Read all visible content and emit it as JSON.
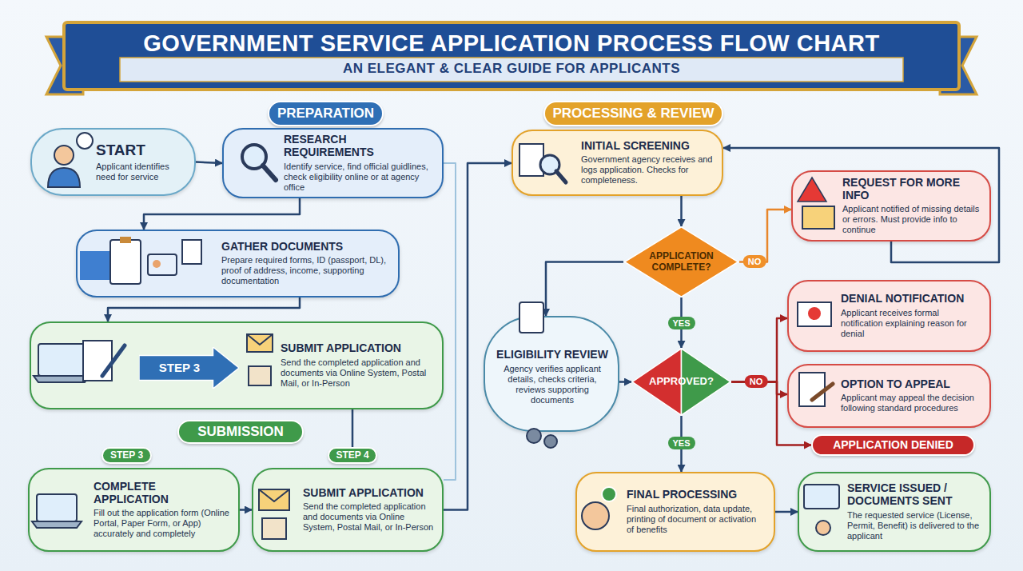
{
  "diagram": {
    "title": "GOVERNMENT SERVICE APPLICATION PROCESS FLOW CHART",
    "nodes": [
      {
        "text": [
          "START",
          "Applicant identifies need for service"
        ]
      },
      {
        "text": [
          "PREPARATION"
        ]
      },
      {
        "text": [
          "RESEARCH REQUIREMENTS",
          "Identify service, find official guidlines, check eligibility online or at agency office"
        ]
      },
      {
        "text": [
          "GATHER DOCUMENTS",
          "Prepare required forms, ID (passport, DL), proof of address, income, supporting documentation"
        ]
      },
      {
        "text": [
          "SUBMIT APPLICATION",
          "Send the completed application and documents via Online System, Postal Mail, or In-Person"
        ]
      },
      {
        "text": [
          "STEP 3"
        ],
        "in": 4
      },
      {
        "text": [
          "SUBMISSION"
        ]
      },
      {
        "text": [
          "STEP 3"
        ]
      },
      {
        "text": [
          "STEP 4"
        ]
      },
      {
        "text": [
          "COMPLETE APPLICATION",
          "Fill out the application form (Online Portal, Paper Form, or App) accurately and completely"
        ]
      },
      {
        "text": [
          "SUBMIT APPLICATION",
          "Send the completed application and documents via Online System, Postal Mail, or In-Person"
        ]
      },
      {
        "text": [
          "PROCESSING & REVIEW"
        ]
      },
      {
        "text": [
          "INITIAL SCREENING",
          "Government agency receives and logs application. Checks for completeness."
        ]
      },
      {
        "text": [
          "REQUEST FOR MORE INFO",
          "Applicant notified of missing details or errors. Must provide info to continue"
        ]
      },
      {
        "text": [
          "APPLICATION COMPLETE?"
        ]
      },
      {
        "text": [
          "ELIGIBILITY REVIEW",
          "Agency verifies applicant details, checks criteria, reviews supporting documents"
        ]
      },
      {
        "text": [
          "APPROVED?"
        ]
      },
      {
        "text": [
          "DENIAL NOTIFICATION",
          "Applicant receives formal notification explaining reason for denial"
        ]
      },
      {
        "text": [
          "OPTION TO APPEAL",
          "Applicant may appeal the decision following standard procedures"
        ]
      },
      {
        "text": [
          "APPLICATION DENIED"
        ]
      },
      {
        "text": [
          "FINAL PROCESSING",
          "Final authorization, data update, printing of document or activation of benefits"
        ]
      },
      {
        "text": [
          "SERVICE ISSUED / DOCUMENTS SENT",
          "The requested service (License, Permit, Benefit) is delivered to the applicant"
        ]
      }
    ],
    "edges": [
      {
        "from": 0,
        "to": 2,
        "arrow": "to"
      },
      {
        "from": 2,
        "to": 3,
        "arrow": "to"
      },
      {
        "from": 3,
        "to": 4,
        "arrow": "to"
      },
      {
        "from": 4,
        "to": 8,
        "arrow": "none"
      },
      {
        "from": 9,
        "to": 10,
        "arrow": "to"
      },
      {
        "from": 10,
        "to": 12,
        "arrow": "to"
      },
      {
        "from": 2,
        "to": 10,
        "arrow": "none"
      },
      {
        "from": 12,
        "to": 14,
        "arrow": "to"
      },
      {
        "from": 14,
        "to": 13,
        "label": "NO",
        "arrow": "to"
      },
      {
        "from": 13,
        "to": 12,
        "arrow": "to"
      },
      {
        "from": 14,
        "to": 15,
        "arrow": "to"
      },
      {
        "from": 15,
        "to": 16,
        "arrow": "to"
      },
      {
        "from": 14,
        "to": 16,
        "label": "YES",
        "arrow": "to"
      },
      {
        "from": 16,
        "to": 17,
        "label": "NO",
        "arrow": "to"
      },
      {
        "from": 16,
        "to": 18,
        "arrow": "to"
      },
      {
        "from": 16,
        "to": 19,
        "arrow": "to"
      },
      {
        "from": 16,
        "to": 20,
        "label": "YES",
        "arrow": "to"
      },
      {
        "from": 20,
        "to": 21,
        "arrow": "to"
      }
    ],
    "labels": [
      "AN ELEGANT & CLEAR GUIDE FOR APPLICANTS"
    ]
  }
}
